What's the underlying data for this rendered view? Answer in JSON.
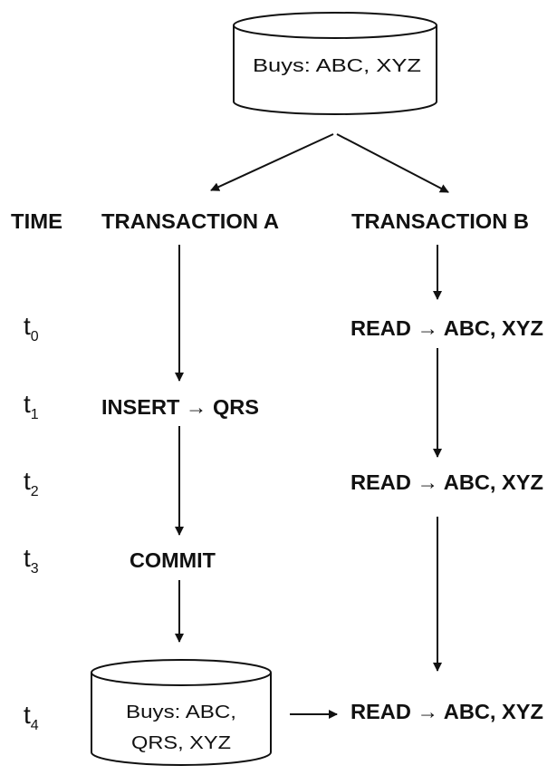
{
  "db_top": {
    "text": "Buys: ABC, XYZ"
  },
  "db_bottom": {
    "line1": "Buys: ABC,",
    "line2": "QRS, XYZ"
  },
  "headers": {
    "time": "TIME",
    "transaction_a": "TRANSACTION A",
    "transaction_b": "TRANSACTION B"
  },
  "time_labels": [
    {
      "base": "t",
      "sub": "0"
    },
    {
      "base": "t",
      "sub": "1"
    },
    {
      "base": "t",
      "sub": "2"
    },
    {
      "base": "t",
      "sub": "3"
    },
    {
      "base": "t",
      "sub": "4"
    }
  ],
  "transaction_a": {
    "insert": "INSERT → QRS",
    "commit": "COMMIT"
  },
  "transaction_b": {
    "read_t0": "READ → ABC, XYZ",
    "read_t2": "READ → ABC, XYZ",
    "read_t4": "READ → ABC, XYZ"
  }
}
